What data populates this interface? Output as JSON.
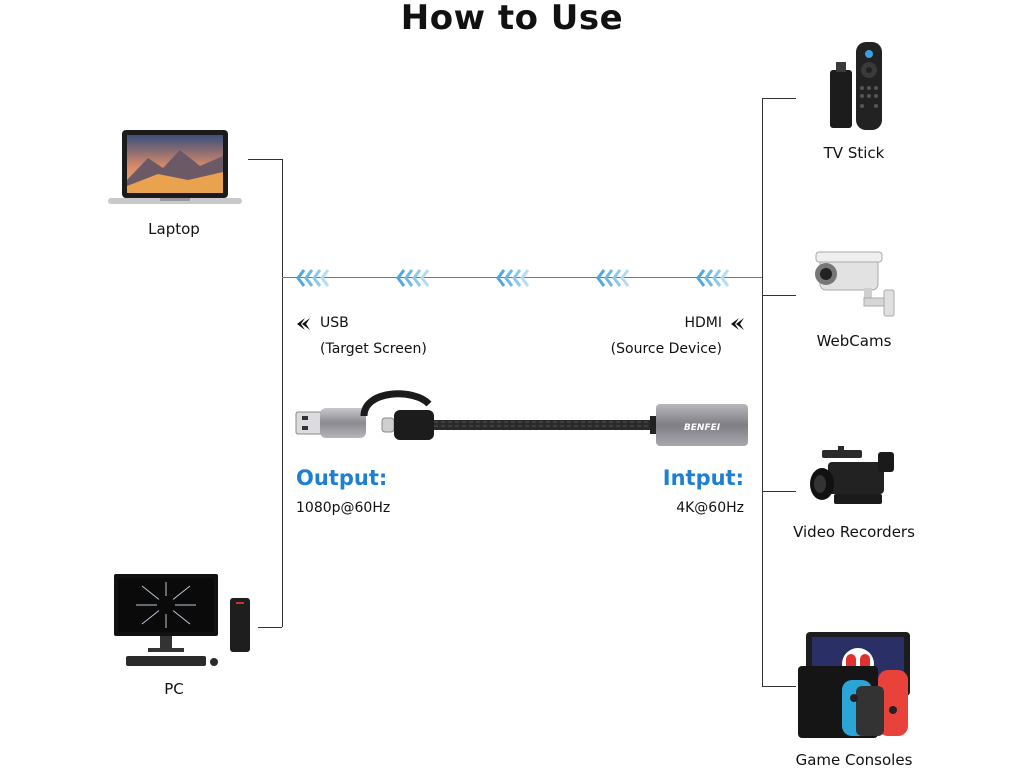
{
  "title": "How to Use",
  "left_devices": [
    {
      "label": "Laptop"
    },
    {
      "label": "PC"
    }
  ],
  "right_devices": [
    {
      "label": "TV Stick"
    },
    {
      "label": "WebCams"
    },
    {
      "label": "Video Recorders"
    },
    {
      "label": "Game Consoles"
    }
  ],
  "usb": {
    "label": "USB",
    "sublabel": "(Target Screen)"
  },
  "hdmi": {
    "label": "HDMI",
    "sublabel": "(Source Device)"
  },
  "output": {
    "heading": "Output:",
    "spec": "1080p@60Hz"
  },
  "input": {
    "heading": "Intput:",
    "spec": "4K@60Hz"
  },
  "adapter": {
    "brand": "BENFEI"
  },
  "colors": {
    "accent_blue": "#1f7fd1",
    "arrow_blue": "#4fa8e0",
    "line": "#333333"
  }
}
